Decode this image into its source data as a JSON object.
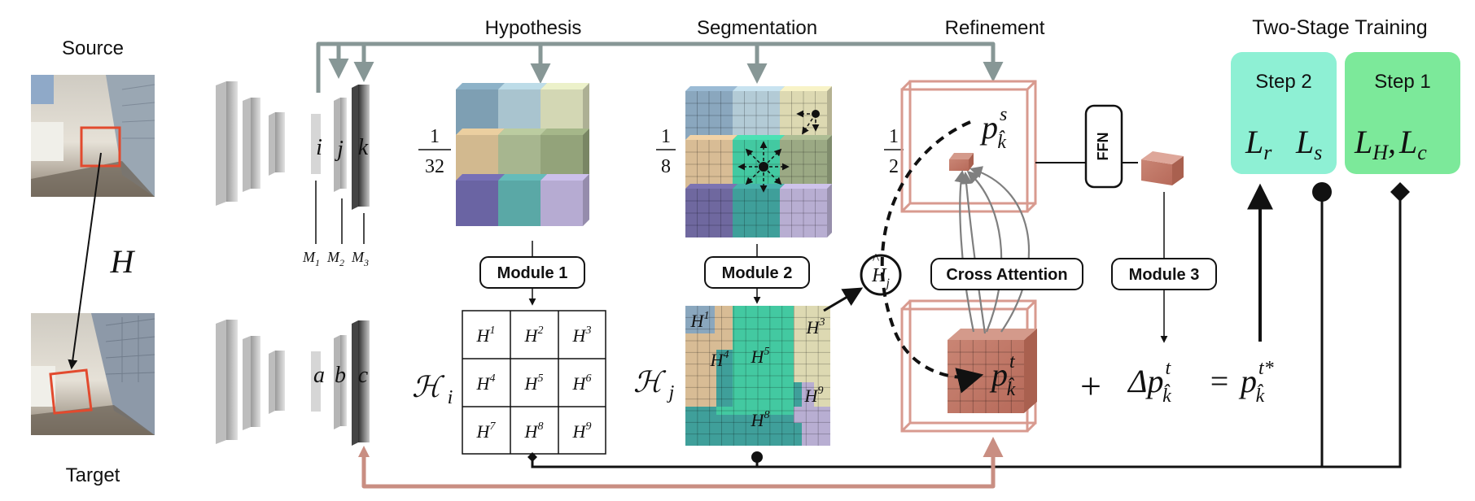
{
  "labels": {
    "source": "Source",
    "target": "Target",
    "homography": "H",
    "hypothesis": "Hypothesis",
    "segmentation": "Segmentation",
    "refinement": "Refinement",
    "two_stage_training": "Two-Stage Training"
  },
  "feature_maps": {
    "source": [
      "i",
      "j",
      "k"
    ],
    "target": [
      "a",
      "b",
      "c"
    ],
    "masks": [
      "M",
      "M",
      "M"
    ],
    "mask_indices": [
      "1",
      "2",
      "3"
    ]
  },
  "scales": {
    "hypothesis": {
      "num": "1",
      "den": "32"
    },
    "segmentation": {
      "num": "1",
      "den": "8"
    },
    "refinement": {
      "num": "1",
      "den": "2"
    }
  },
  "modules": {
    "module1": "Module 1",
    "module2": "Module 2",
    "module3": "Module 3",
    "cross_attention": "Cross Attention",
    "ffn": "FFN"
  },
  "hypothesis_grid": {
    "symbol": "ℋ",
    "subscript": "i",
    "cells": [
      {
        "base": "H",
        "sup": "1"
      },
      {
        "base": "H",
        "sup": "2"
      },
      {
        "base": "H",
        "sup": "3"
      },
      {
        "base": "H",
        "sup": "4"
      },
      {
        "base": "H",
        "sup": "5"
      },
      {
        "base": "H",
        "sup": "6"
      },
      {
        "base": "H",
        "sup": "7"
      },
      {
        "base": "H",
        "sup": "8"
      },
      {
        "base": "H",
        "sup": "9"
      }
    ]
  },
  "segmentation_map": {
    "symbol": "ℋ",
    "subscript": "j",
    "regions": [
      {
        "base": "H",
        "sup": "1"
      },
      {
        "base": "H",
        "sup": "3"
      },
      {
        "base": "H",
        "sup": "4"
      },
      {
        "base": "H",
        "sup": "5"
      },
      {
        "base": "H",
        "sup": "8"
      },
      {
        "base": "H",
        "sup": "9"
      }
    ]
  },
  "homography_node": {
    "base": "H",
    "hat": "^",
    "sub": "j"
  },
  "refinement": {
    "source_point": {
      "base": "p",
      "sup": "s",
      "sub": "k̂"
    },
    "target_point": {
      "base": "p",
      "sup": "t",
      "sub": "k̂"
    }
  },
  "equation": {
    "plus": "+",
    "delta": "Δp",
    "delta_sup": "t",
    "delta_sub": "k̂",
    "equals": "=",
    "result": "p",
    "result_sup": "t*",
    "result_sub": "k̂"
  },
  "training": {
    "step2": {
      "label": "Step 2",
      "losses": [
        {
          "base": "L",
          "sub": "r"
        },
        {
          "base": "L",
          "sub": "s"
        }
      ]
    },
    "step1": {
      "label": "Step 1",
      "losses": [
        {
          "base": "L",
          "sub": "H"
        },
        {
          "base": "L",
          "sub": "c"
        }
      ]
    },
    "separator": ","
  },
  "colors": {
    "flow_gray": "#879796",
    "flow_salmon": "#c98e82",
    "step2_fill": "#8ef0d4",
    "step1_fill": "#7ce99a",
    "cube_salmon": "#c97a6a",
    "box_outline": "#d89a8f",
    "highlight_red": "#e24a2e",
    "hypothesis_cells": [
      "#7e9fb3",
      "#a9c4cf",
      "#d3d7b4",
      "#d2b98f",
      "#a7b68f",
      "#93a37a",
      "#6a64a3",
      "#5aa8a6",
      "#b6abd2"
    ],
    "segmentation_cells": [
      "#8aa7be",
      "#b3cbd6",
      "#ddd9b2",
      "#d8bc95",
      "#43c9a1",
      "#9ba984",
      "#6f689f",
      "#3f9f9a",
      "#b8aed2"
    ]
  }
}
